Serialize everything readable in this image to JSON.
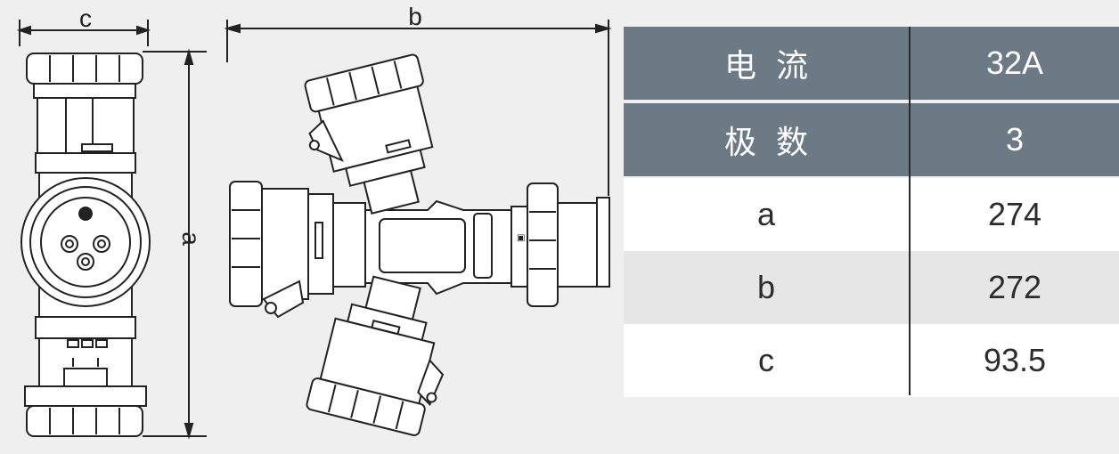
{
  "dimension_labels": {
    "a": "a",
    "b": "b",
    "c": "c"
  },
  "table": {
    "rows": [
      {
        "label": "电流",
        "value": "32A",
        "style": "head"
      },
      {
        "label": "极数",
        "value": "3",
        "style": "head"
      },
      {
        "label": "a",
        "value": "274",
        "style": "white"
      },
      {
        "label": "b",
        "value": "272",
        "style": "grey"
      },
      {
        "label": "c",
        "value": "93.5",
        "style": "white"
      }
    ]
  },
  "colors": {
    "header_bg": "#6c7a86",
    "grey_row_bg": "#e6e6e6",
    "line": "#222222",
    "background": "#efefef"
  }
}
